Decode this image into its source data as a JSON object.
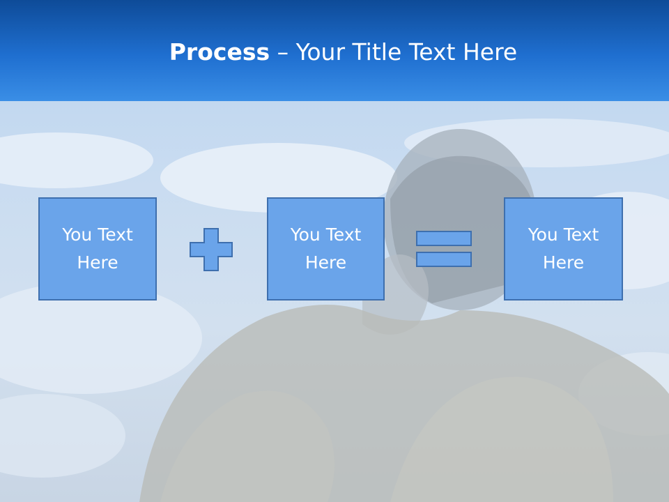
{
  "slide": {
    "title_bold": "Process",
    "title_rest": " – Your Title Text Here"
  },
  "boxes": [
    {
      "line1": "You Text",
      "line2": "Here"
    },
    {
      "line1": "You Text",
      "line2": "Here"
    },
    {
      "line1": "You Text",
      "line2": "Here"
    }
  ],
  "operators": [
    "plus-icon",
    "equals-icon"
  ],
  "colors": {
    "header_top": "#0e4b98",
    "header_bottom": "#3a8ee6",
    "box_fill": "#6aa4ea",
    "box_border": "#3e6fae",
    "text": "#ffffff"
  }
}
